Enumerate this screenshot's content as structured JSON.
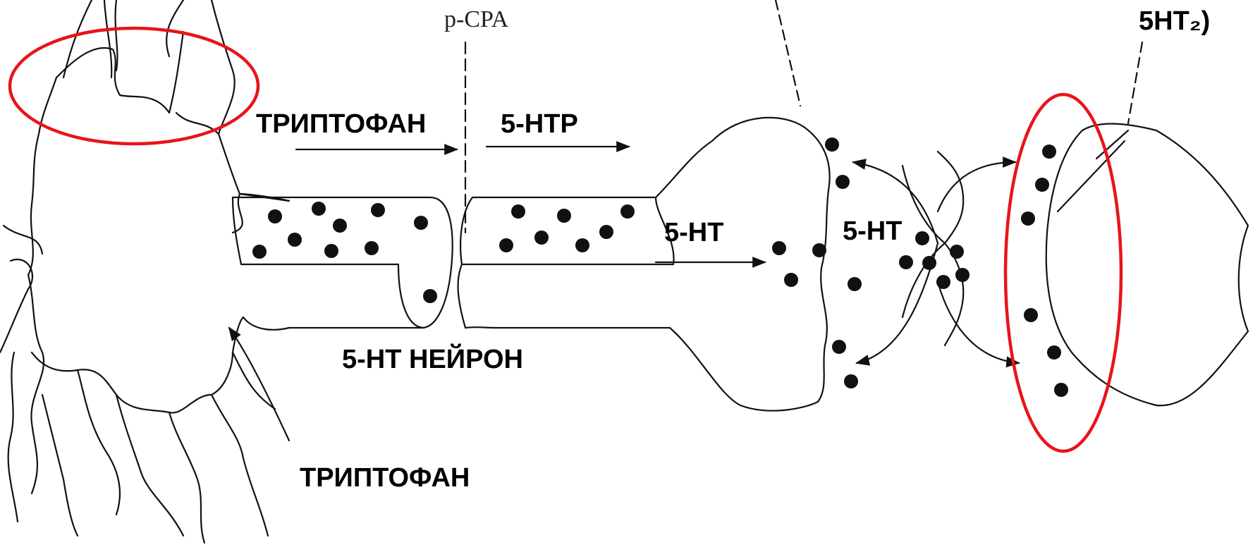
{
  "labels": {
    "pcpa": "p-CPA",
    "receptor": "5HT₂)",
    "tryptophan_top": "ТРИПТОФАН",
    "htp": "5-HTP",
    "ht_axon": "5-HT",
    "ht_cleft": "5-HT",
    "neuron": "5-HT НЕЙРОН",
    "tryptophan_bottom": "ТРИПТОФАН"
  },
  "colors": {
    "ink": "#111111",
    "highlight": "#e8141b"
  }
}
